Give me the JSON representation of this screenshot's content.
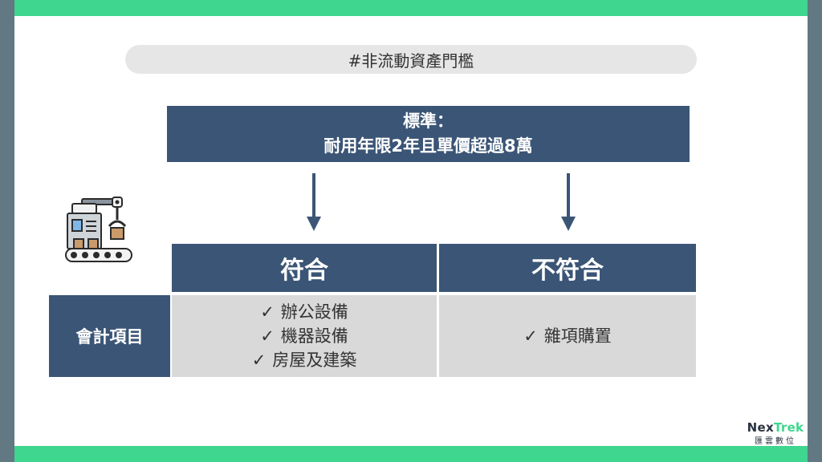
{
  "slide": {
    "hashtag": "#非流動資產門檻",
    "criteria": {
      "line1": "標準：",
      "line2": "耐用年限2年且單價超過8萬"
    },
    "table": {
      "col_qualify": "符合",
      "col_not_qualify": "不符合",
      "row_label": "會計項目",
      "qualify_items": [
        "辦公設備",
        "機器設備",
        "房屋及建築"
      ],
      "not_qualify_items": [
        "雜項購置"
      ]
    },
    "check_glyph": "✓"
  },
  "brand": {
    "logo_part1": "Nex",
    "logo_part2": "Trek",
    "subtitle": "匯雲數位"
  },
  "colors": {
    "accent_green": "#3fd68f",
    "frame_gray": "#627883",
    "navy": "#3b5576",
    "cell_gray": "#d9d9d9"
  },
  "icons": [
    "factory-robot-icon",
    "down-arrow-icon",
    "check-icon"
  ]
}
